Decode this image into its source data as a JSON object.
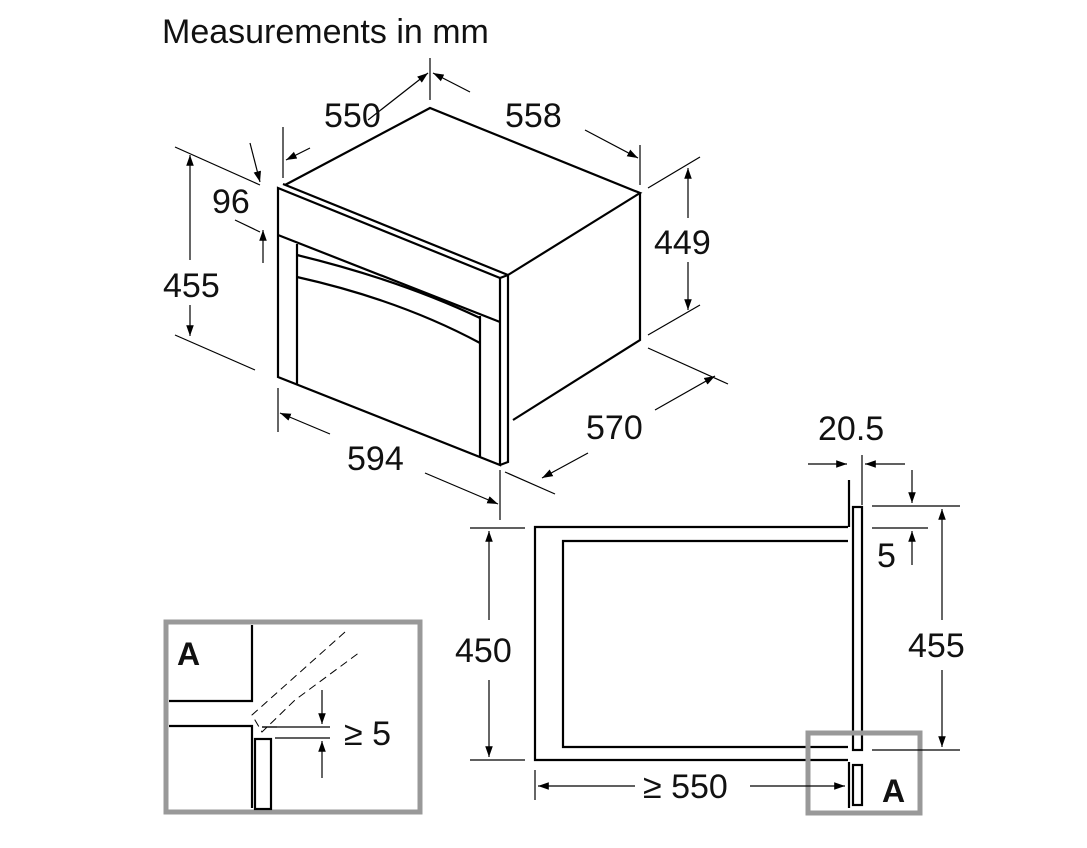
{
  "title": "Measurements in mm",
  "appliance_dims": {
    "depth_top": "550",
    "width_back": "558",
    "panel_height": "96",
    "front_height": "455",
    "body_height": "449",
    "overall_depth": "570",
    "front_width": "594"
  },
  "niche_dims": {
    "panel_offset": "20.5",
    "top_gap": "5",
    "panel_height": "455",
    "niche_height": "450",
    "min_depth": "≥ 550",
    "detail_label": "A"
  },
  "detail": {
    "label": "A",
    "min_gap": "≥ 5"
  },
  "colors": {
    "line": "#000000",
    "detail_frame": "#999999"
  }
}
